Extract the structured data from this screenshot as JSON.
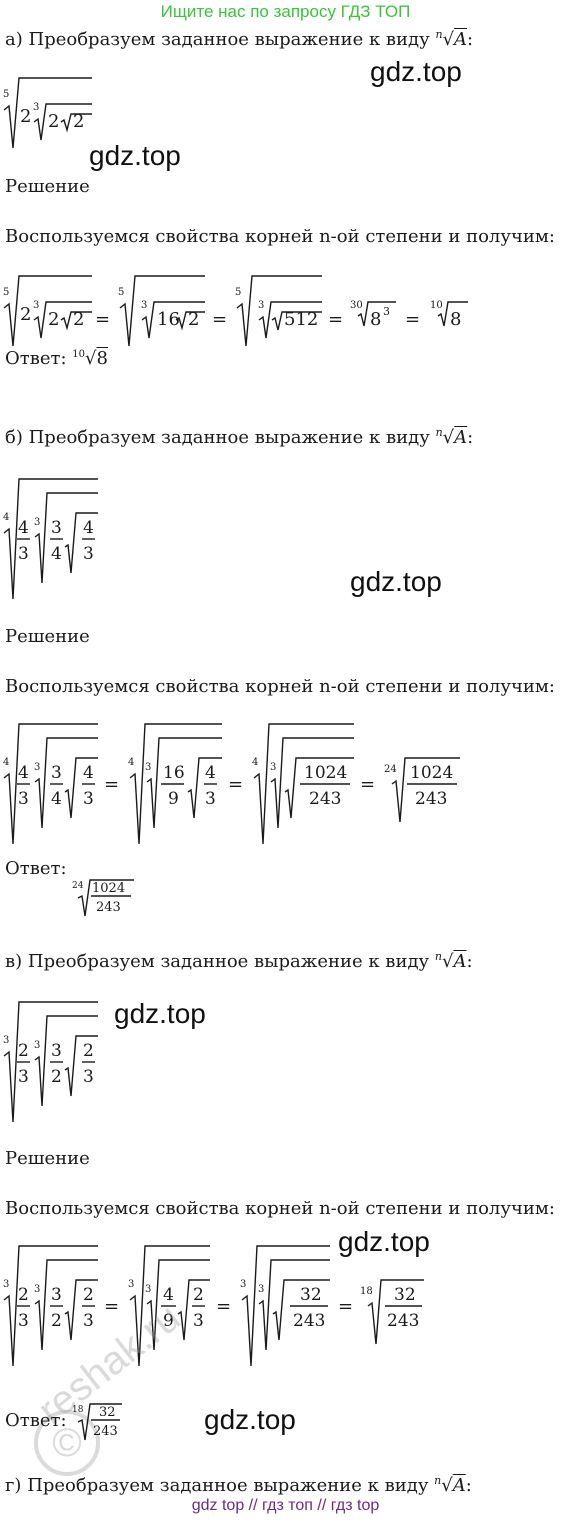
{
  "banner": "Ищите нас по запросу ГДЗ ТОП",
  "watermark": "gdz.top",
  "reshak": "reshak.ru",
  "copyright_symbol": "©",
  "solution_label": "Решение",
  "method_text": "Воспользуемся свойства корней n-ой степени и получим:",
  "answer_label": "Ответ:",
  "task_text": "Преобразуем заданное выражение к виду",
  "target_form": {
    "index": "n",
    "radicand": "A",
    "suffix": ":"
  },
  "parts": {
    "a": {
      "letter": "а)",
      "answer": {
        "index": "10",
        "radicand": "8"
      }
    },
    "b": {
      "letter": "б)",
      "answer": {
        "index": "24",
        "num": "1024",
        "den": "243"
      }
    },
    "v": {
      "letter": "в)",
      "answer": {
        "index": "18",
        "num": "32",
        "den": "243"
      }
    },
    "g": {
      "letter": "г)"
    }
  },
  "footer_links": [
    "gdz top",
    "гдз топ",
    "гдз top"
  ],
  "footer_sep": "//"
}
